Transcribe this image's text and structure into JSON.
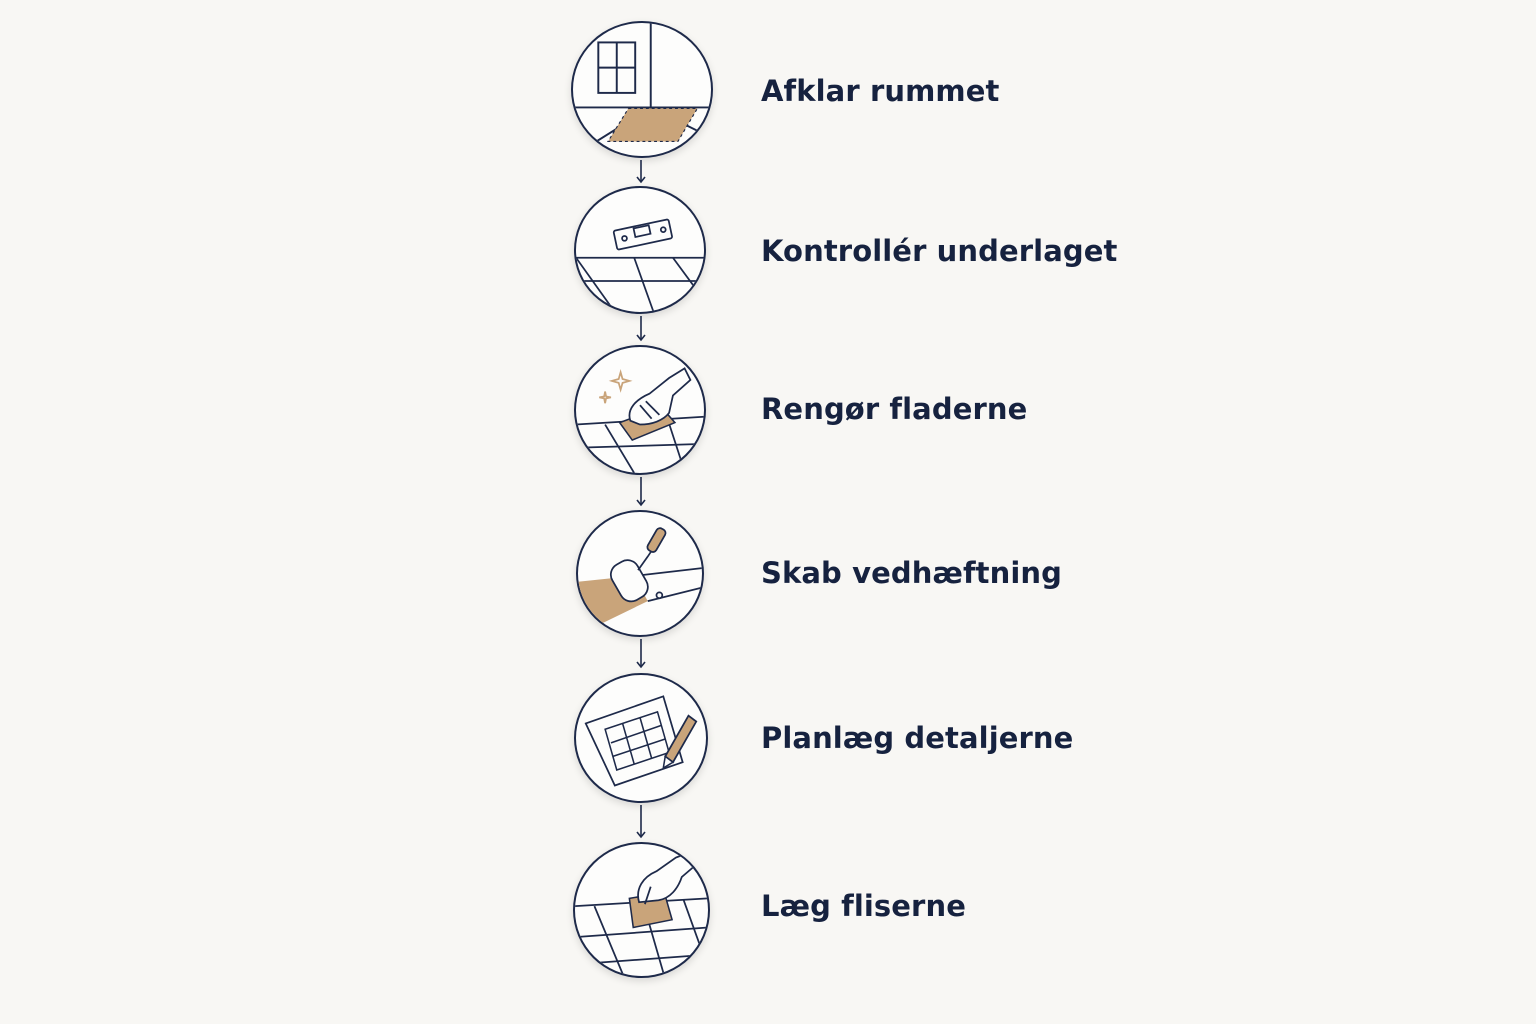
{
  "steps": [
    {
      "label": "Afklar rummet",
      "icon": "room-corner-floor-icon"
    },
    {
      "label": "Kontrollér underlaget",
      "icon": "spirit-level-icon"
    },
    {
      "label": "Rengør fladerne",
      "icon": "hand-cleaning-icon"
    },
    {
      "label": "Skab vedhæftning",
      "icon": "paint-roller-icon"
    },
    {
      "label": "Planlæg detaljerne",
      "icon": "plan-pencil-icon"
    },
    {
      "label": "Læg fliserne",
      "icon": "hand-placing-tile-icon"
    }
  ],
  "colors": {
    "stroke": "#1e2a4a",
    "accent": "#c9a47a",
    "background": "#f8f7f4"
  }
}
